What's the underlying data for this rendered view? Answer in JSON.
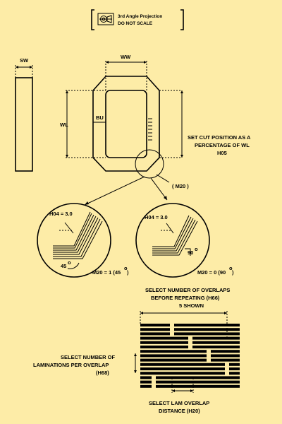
{
  "title_block": {
    "projection": "3rd Angle Projection",
    "scale_note": "DO NOT SCALE"
  },
  "labels": {
    "sw": "SW",
    "ww": "WW",
    "wl": "WL",
    "bu": "BU",
    "cut_line1": "SET CUT POSITION AS A",
    "cut_line2": "PERCENTAGE OF WL",
    "cut_code": "H05",
    "m20": "( M20 )",
    "h04_left": "H04 = 3.0",
    "h04_right": "H04 = 3.0",
    "angle_45": "45",
    "angle_90": "90",
    "m20_1": "M20 = 1 (45",
    "m20_1_close": ")",
    "m20_0": "M20 = 0 (90",
    "m20_0_close": ")",
    "deg": "o",
    "overlap_line1": "SELECT NUMBER OF OVERLAPS",
    "overlap_line2": "BEFORE REPEATING (H66)",
    "overlap_line3": "5 SHOWN",
    "lam_line1": "SELECT NUMBER OF",
    "lam_line2": "LAMINATIONS PER OVERLAP",
    "lam_line3": "(H68)",
    "dist_line1": "SELECT LAM OVERLAP",
    "dist_line2": "DISTANCE (H20)"
  },
  "colors": {
    "background": "#fdeca7",
    "ink": "#000000"
  }
}
